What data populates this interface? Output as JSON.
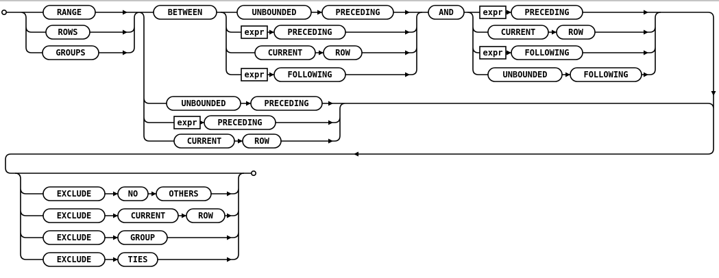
{
  "diagram": {
    "type": "railroad-syntax-diagram",
    "name": "window frame specification",
    "colors": {
      "line": "#000000",
      "background": "#ffffff"
    },
    "labels": {
      "range": "RANGE",
      "rows": "ROWS",
      "groups": "GROUPS",
      "between": "BETWEEN",
      "unbounded": "UNBOUNDED",
      "preceding": "PRECEDING",
      "expr": "expr",
      "current": "CURRENT",
      "row": "ROW",
      "following": "FOLLOWING",
      "and": "AND",
      "exclude": "EXCLUDE",
      "no": "NO",
      "others": "OTHERS",
      "group": "GROUP",
      "ties": "TIES"
    },
    "grammar": {
      "mode_choice": [
        "RANGE",
        "ROWS",
        "GROUPS"
      ],
      "frame_choice": [
        {
          "sequence": [
            "BETWEEN",
            {
              "choice": [
                [
                  "UNBOUNDED",
                  "PRECEDING"
                ],
                [
                  "expr",
                  "PRECEDING"
                ],
                [
                  "CURRENT",
                  "ROW"
                ],
                [
                  "expr",
                  "FOLLOWING"
                ]
              ]
            },
            "AND",
            {
              "choice": [
                [
                  "expr",
                  "PRECEDING"
                ],
                [
                  "CURRENT",
                  "ROW"
                ],
                [
                  "expr",
                  "FOLLOWING"
                ],
                [
                  "UNBOUNDED",
                  "FOLLOWING"
                ]
              ]
            }
          ]
        },
        {
          "sequence": [
            "UNBOUNDED",
            "PRECEDING"
          ]
        },
        {
          "sequence": [
            "expr",
            "PRECEDING"
          ]
        },
        {
          "sequence": [
            "CURRENT",
            "ROW"
          ]
        }
      ],
      "exclude_choice": {
        "optional": true,
        "options": [
          [
            "EXCLUDE",
            "NO",
            "OTHERS"
          ],
          [
            "EXCLUDE",
            "CURRENT",
            "ROW"
          ],
          [
            "EXCLUDE",
            "GROUP"
          ],
          [
            "EXCLUDE",
            "TIES"
          ]
        ]
      }
    }
  }
}
